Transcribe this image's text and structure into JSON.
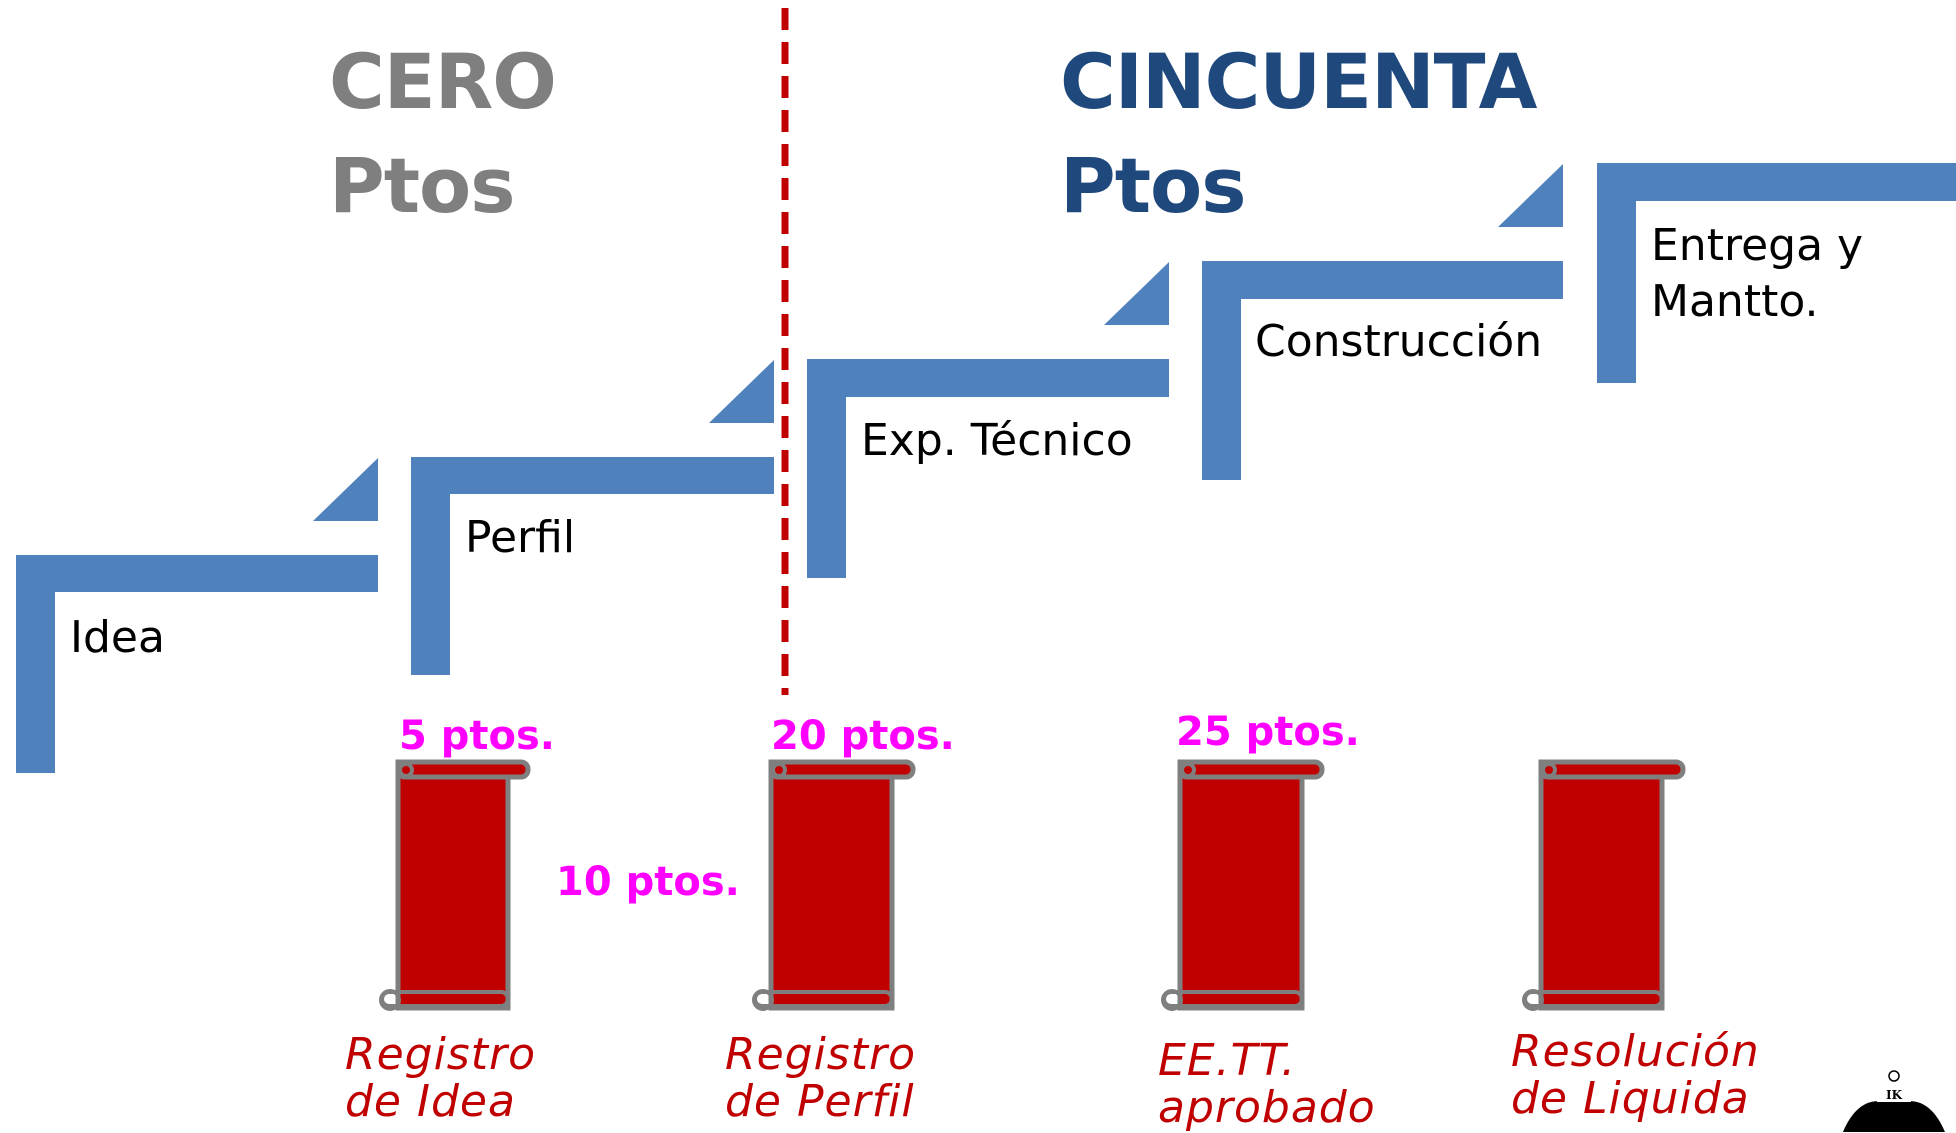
{
  "headings": {
    "left": {
      "line1": "CERO",
      "line2": "Ptos"
    },
    "right": {
      "line1": "CINCUENTA",
      "line2": "Ptos"
    }
  },
  "stages": [
    {
      "id": "idea",
      "label": "Idea"
    },
    {
      "id": "perfil",
      "label": "Perfil"
    },
    {
      "id": "exp-tecnico",
      "label": "Exp. Técnico"
    },
    {
      "id": "construccion",
      "label": "Construcción"
    },
    {
      "id": "entrega",
      "label_line1": "Entrega y",
      "label_line2": "Mantto."
    }
  ],
  "points": {
    "p5": "5 ptos.",
    "p10": "10 ptos.",
    "p20": "20 ptos.",
    "p25": "25 ptos."
  },
  "documents": [
    {
      "id": "registro-idea",
      "line1": "Registro",
      "line2": "de Idea"
    },
    {
      "id": "registro-perfil",
      "line1": "Registro",
      "line2": "de Perfil"
    },
    {
      "id": "eett-aprobado",
      "line1": "EE.TT.",
      "line2": "aprobado"
    },
    {
      "id": "resolucion",
      "line1": "Resolución",
      "line2": "de Liquida"
    }
  ],
  "logo": {
    "text": "IK"
  },
  "colors": {
    "step_blue": "#4f81bd",
    "heading_grey": "#7f7f7f",
    "heading_blue": "#1f497d",
    "points_magenta": "#ff00ff",
    "scroll_red": "#c00000",
    "divider_red": "#c00000"
  }
}
